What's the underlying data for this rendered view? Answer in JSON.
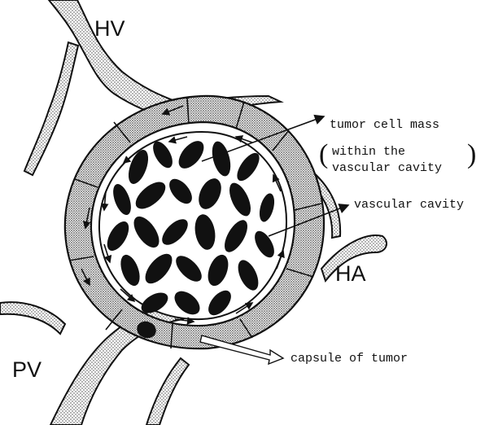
{
  "labels": {
    "hv": "HV",
    "ha": "HA",
    "pv": "PV"
  },
  "annotations": {
    "tumor_cell_mass": "tumor cell mass",
    "within_line1": "within the",
    "within_line2": "vascular cavity",
    "vascular_cavity": "vascular cavity",
    "capsule": "capsule of tumor"
  },
  "colors": {
    "ink": "#111111",
    "paper": "#ffffff",
    "stipple": "#9a9a9a"
  }
}
